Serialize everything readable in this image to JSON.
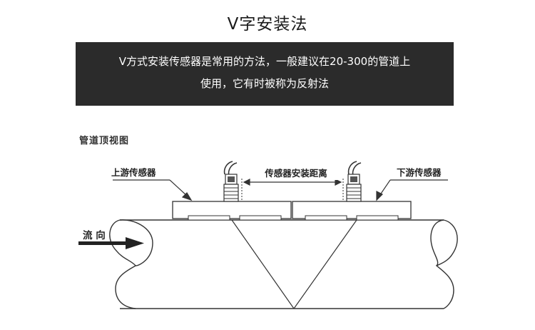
{
  "title": "V字安装法",
  "description": {
    "line1": "V方式安装传感器是常用的方法，一般建议在20-300的管道上",
    "line2": "使用，它有时被称为反射法"
  },
  "diagram": {
    "view_label": "管道顶视图",
    "upstream_label": "上游传感器",
    "downstream_label": "下游传感器",
    "distance_label": "传感器安装距离",
    "flow_label": "流 向"
  }
}
